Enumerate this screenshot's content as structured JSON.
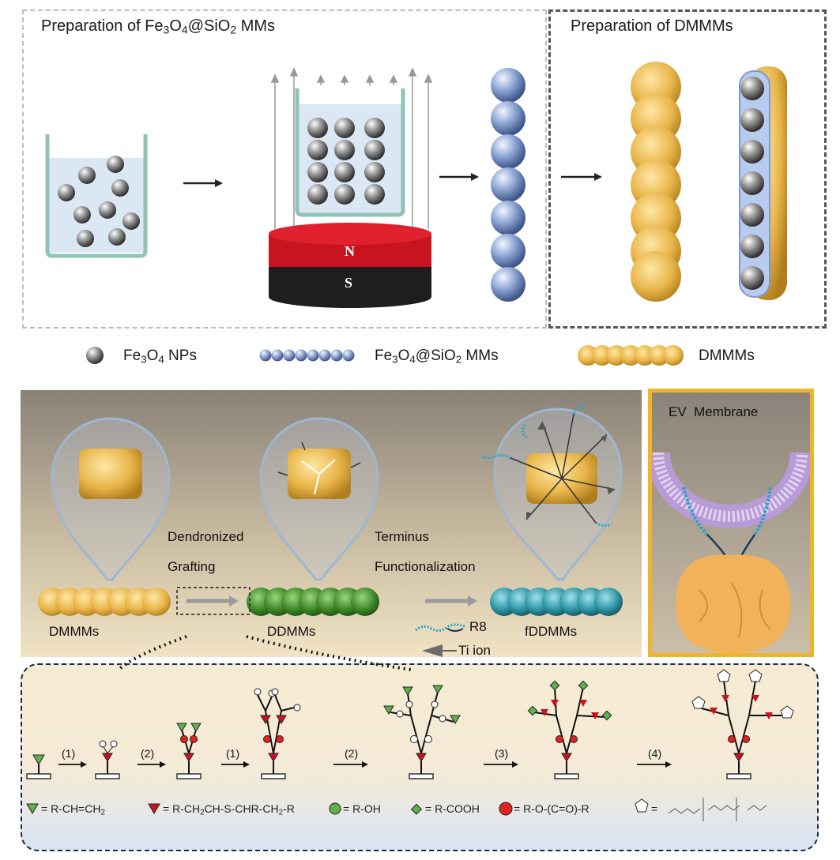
{
  "top": {
    "title_left": {
      "main": "Preparation of Fe",
      "sub1": "3",
      "mid1": "O",
      "sub2": "4",
      "mid2": "@SiO",
      "sub3": "2",
      "tail": " MMs"
    },
    "title_right": "Preparation of DMMMs",
    "magnet_n": "N",
    "magnet_s": "S"
  },
  "legend": {
    "np": {
      "a": "Fe",
      "s1": "3",
      "b": "O",
      "s2": "4",
      "c": " NPs"
    },
    "mm": {
      "a": "Fe",
      "s1": "3",
      "b": "O",
      "s2": "4",
      "c": "@SiO",
      "s3": "2",
      "d": " MMs"
    },
    "dm": "DMMMs"
  },
  "middle": {
    "dmmms": "DMMMs",
    "ddmms": "DDMMs",
    "fddmms": "fDDMMs",
    "step1_line1": "Dendronized",
    "step1_line2": "Grafting",
    "step2_line1": "Terminus",
    "step2_line2": "Functionalization",
    "r8": "R8",
    "ti": "Ti ion",
    "ev": "EV  Membrane"
  },
  "bottom": {
    "steps": [
      "(1)",
      "(2)",
      "(1)",
      "(2)",
      "(3)",
      "(4)"
    ],
    "key": {
      "vinyl": {
        "a": "= R-CH=CH",
        "s": "2"
      },
      "thio": {
        "a": "= R-CH",
        "s1": "2",
        "b": "CH-S-CHR-CH",
        "s2": "2",
        "c": "-R"
      },
      "oh": "= R-OH",
      "cooh": "= R-COOH",
      "ester": "= R-O-(C=O)-R",
      "penta": "="
    }
  },
  "colors": {
    "silica": "#8ea6d4",
    "gold": "#e8b64a",
    "green": "#3f8a2c",
    "teal": "#2f97a8",
    "frame": "#f0b428",
    "magnet_red": "#c8141e",
    "magnet_black": "#1e1e1e"
  }
}
